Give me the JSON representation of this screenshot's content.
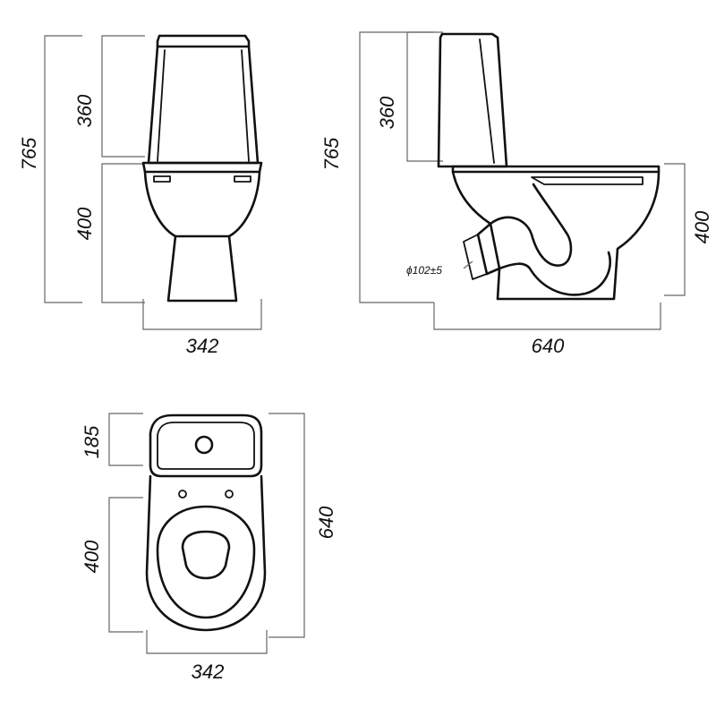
{
  "colors": {
    "outline": "#111111",
    "dimension": "#666666",
    "background": "#ffffff"
  },
  "front_view": {
    "total_height": "765",
    "tank_height": "360",
    "bowl_height": "400",
    "width": "342"
  },
  "side_view": {
    "total_height": "765",
    "tank_height": "360",
    "bowl_height": "400",
    "depth": "640",
    "outlet_diameter": "ϕ102±5"
  },
  "top_view": {
    "tank_depth": "185",
    "bowl_depth": "400",
    "total_depth": "640",
    "width": "342"
  }
}
